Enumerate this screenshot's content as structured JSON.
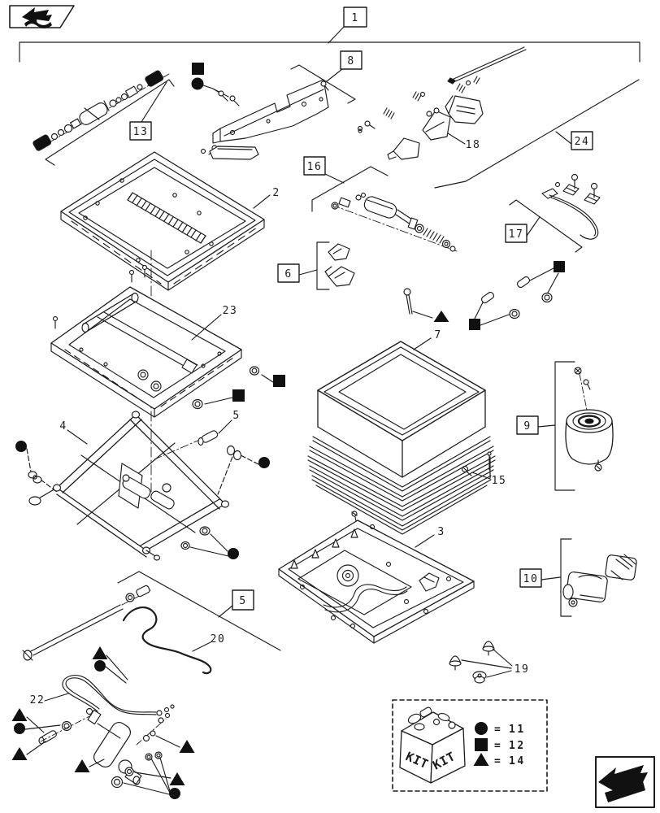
{
  "page": {
    "background": "#ffffff",
    "ink": "#1c1c1c"
  },
  "nav": {
    "back_icon": "page-back-arrow-icon",
    "forward_icon": "page-forward-arrow-icon"
  },
  "callouts": {
    "boxed": [
      "1",
      "8",
      "13",
      "24",
      "16",
      "17",
      "6",
      "9",
      "10",
      "5"
    ],
    "plain": [
      "2",
      "18",
      "23",
      "7",
      "4",
      "5",
      "15",
      "3",
      "20",
      "19",
      "22"
    ]
  },
  "labels": {
    "n1": "1",
    "n2": "2",
    "n3": "3",
    "n4": "4",
    "n5": "5",
    "n6": "6",
    "n7": "7",
    "n8": "8",
    "n9": "9",
    "n10": "10",
    "n13": "13",
    "n15": "15",
    "n16": "16",
    "n17": "17",
    "n18": "18",
    "n19": "19",
    "n20": "20",
    "n22": "22",
    "n23": "23",
    "n24": "24"
  },
  "legend": {
    "kit_left": "KIT",
    "kit_right": "KIT",
    "items": [
      {
        "symbol": "circle-marker",
        "eq": "=",
        "value": "11"
      },
      {
        "symbol": "square-marker",
        "eq": "=",
        "value": "12"
      },
      {
        "symbol": "triangle-marker",
        "eq": "=",
        "value": "14"
      }
    ]
  }
}
